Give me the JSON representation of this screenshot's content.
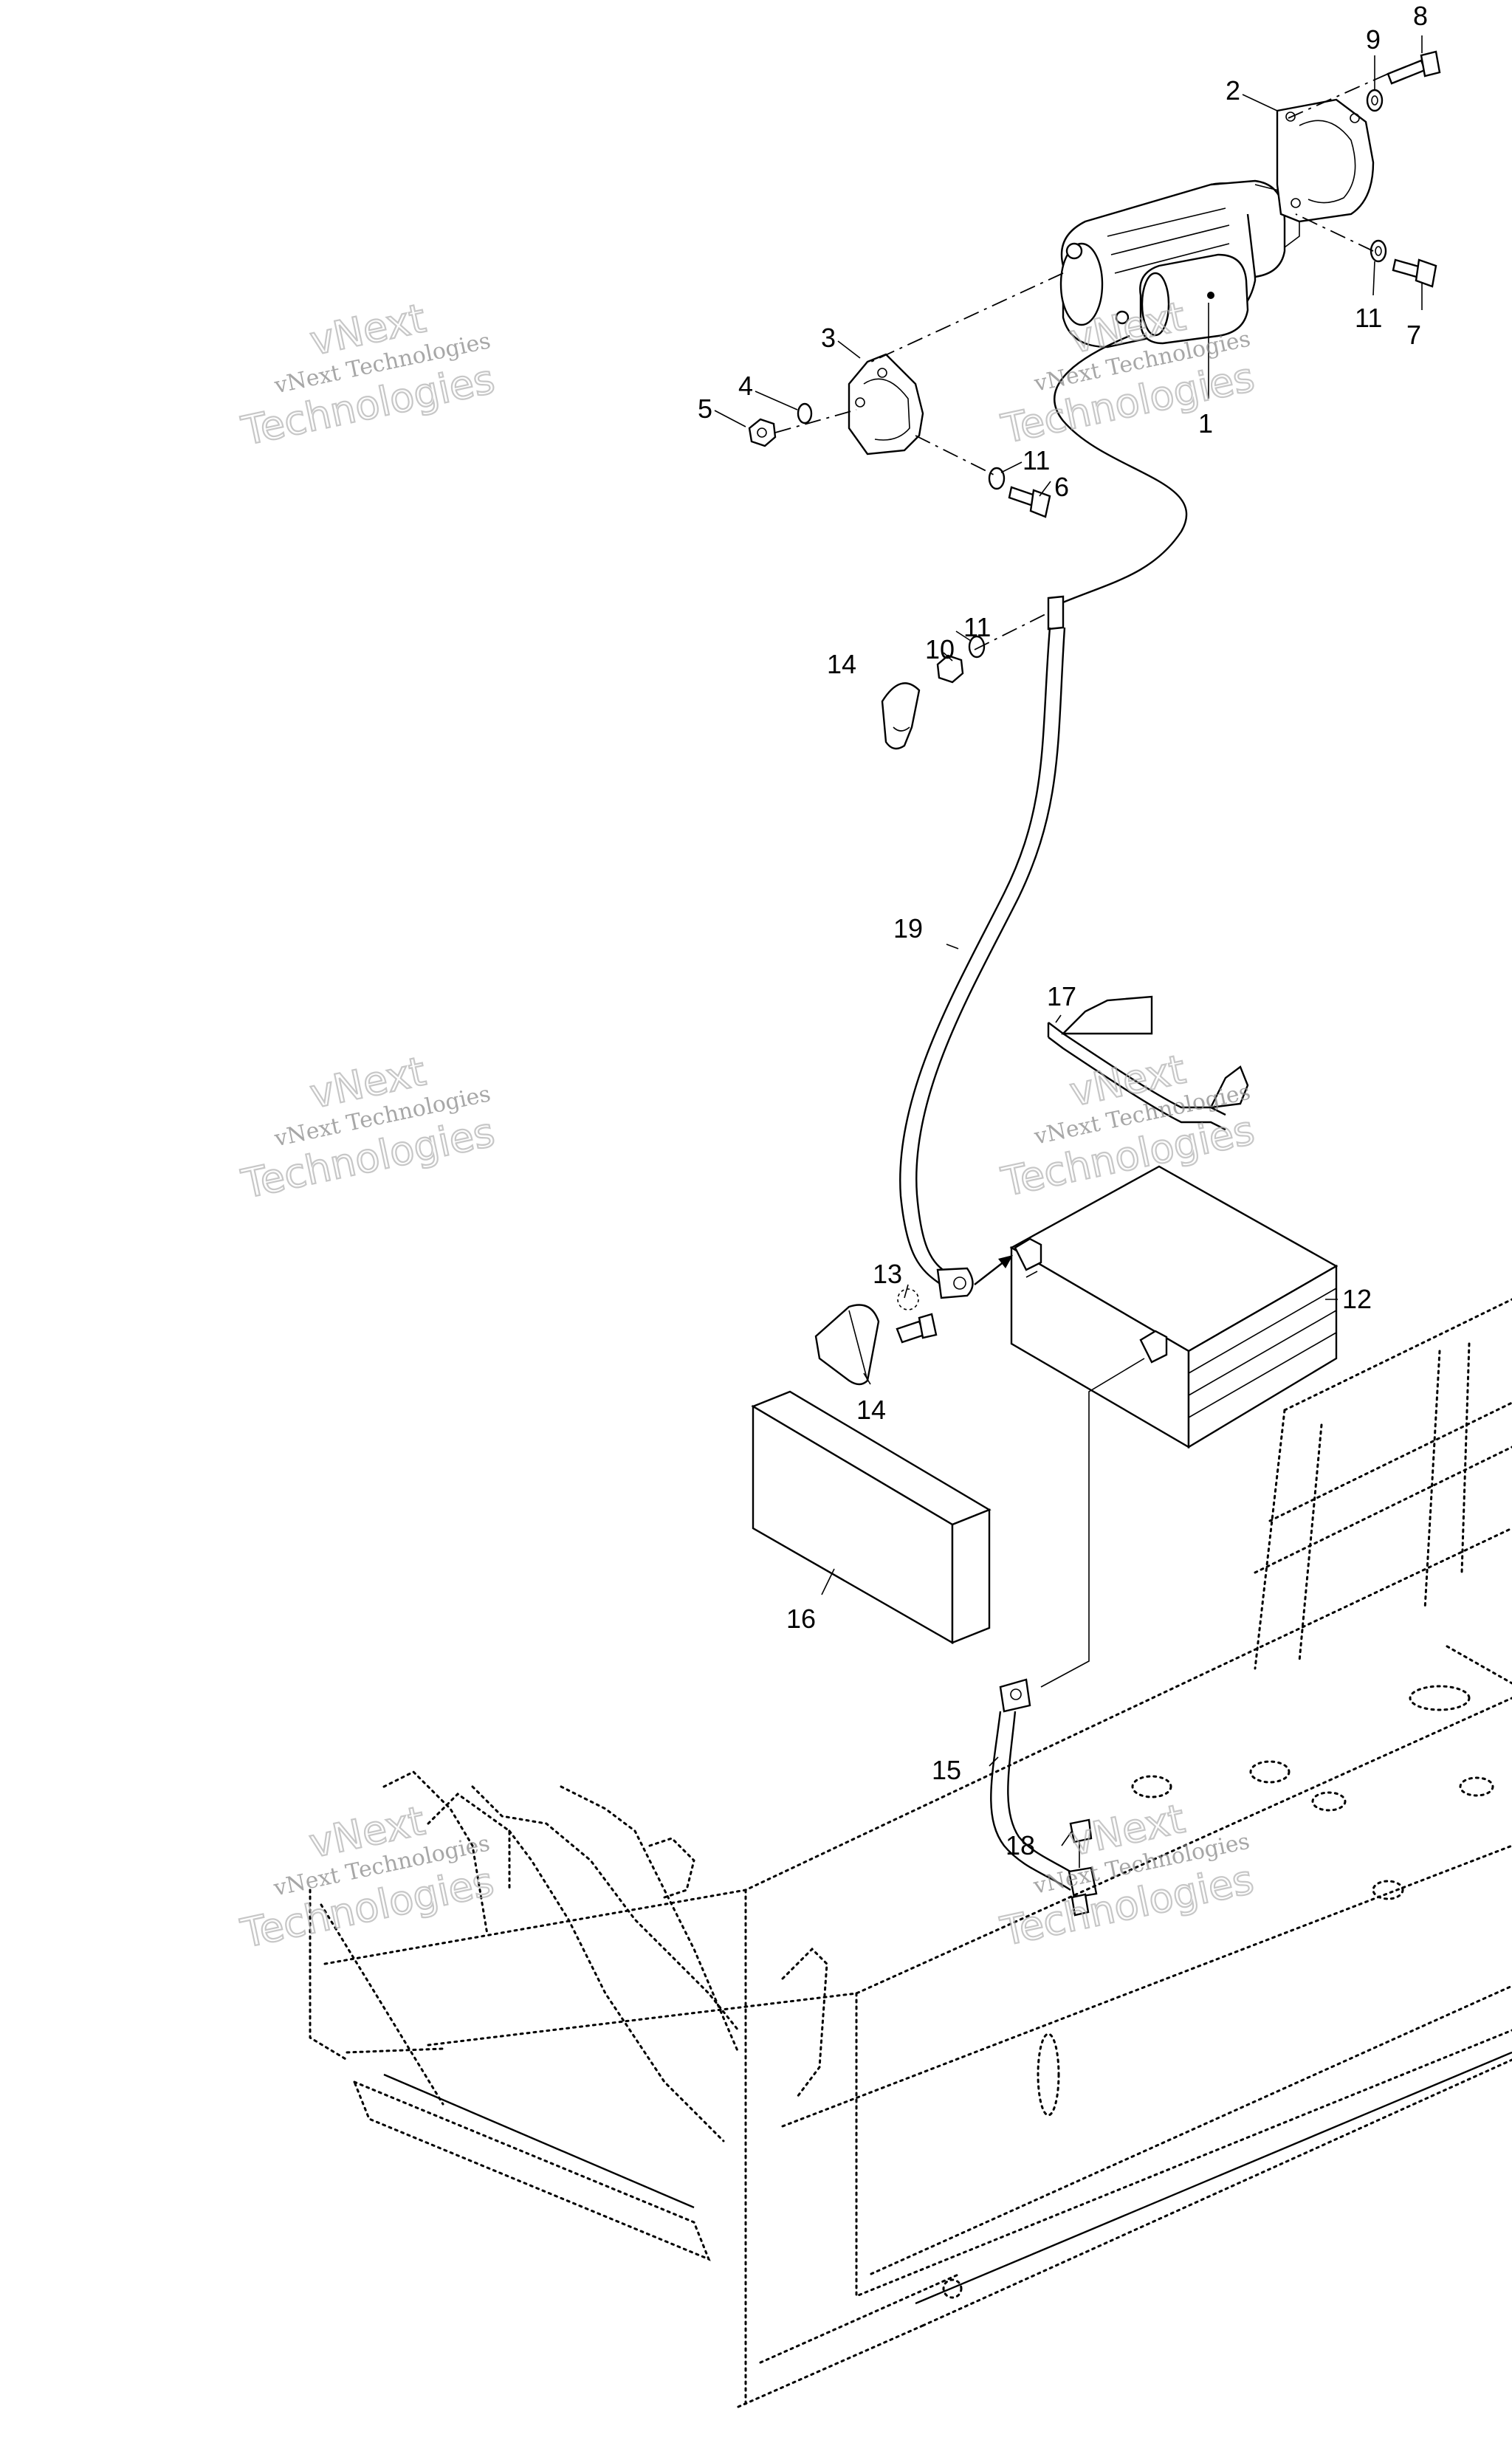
{
  "watermark": {
    "line1": "vNext",
    "line2": "vNext Technologies",
    "line3": "Technologies"
  },
  "callouts": [
    {
      "id": "c1",
      "label": "1"
    },
    {
      "id": "c2",
      "label": "2"
    },
    {
      "id": "c3",
      "label": "3"
    },
    {
      "id": "c4",
      "label": "4"
    },
    {
      "id": "c5",
      "label": "5"
    },
    {
      "id": "c6",
      "label": "6"
    },
    {
      "id": "c7",
      "label": "7"
    },
    {
      "id": "c8",
      "label": "8"
    },
    {
      "id": "c9",
      "label": "9"
    },
    {
      "id": "c10",
      "label": "10"
    },
    {
      "id": "c11a",
      "label": "11"
    },
    {
      "id": "c11b",
      "label": "11"
    },
    {
      "id": "c11c",
      "label": "11"
    },
    {
      "id": "c12",
      "label": "12"
    },
    {
      "id": "c13",
      "label": "13"
    },
    {
      "id": "c14a",
      "label": "14"
    },
    {
      "id": "c14b",
      "label": "14"
    },
    {
      "id": "c15",
      "label": "15"
    },
    {
      "id": "c16",
      "label": "16"
    },
    {
      "id": "c17",
      "label": "17"
    },
    {
      "id": "c18",
      "label": "18"
    },
    {
      "id": "c19",
      "label": "19"
    }
  ]
}
